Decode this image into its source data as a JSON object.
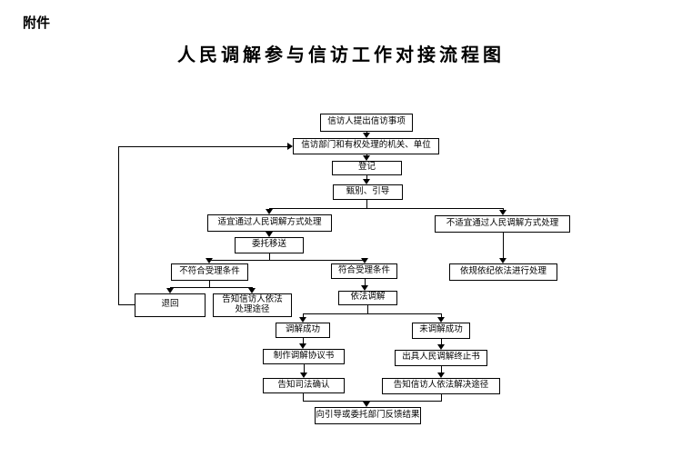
{
  "attachment_label": "附件",
  "title": "人民调解参与信访工作对接流程图",
  "nodes": {
    "petition_submit": {
      "label": "信访人提出信访事项"
    },
    "petition_org": {
      "label": "信访部门和有权处理的机关、单位"
    },
    "register": {
      "label": "登记"
    },
    "screen_guide": {
      "label": "甄别、引导"
    },
    "suitable": {
      "label": "适宜通过人民调解方式处理"
    },
    "entrust_transfer": {
      "label": "委托移送"
    },
    "not_meet": {
      "label": "不符合受理条件"
    },
    "meet": {
      "label": "符合受理条件"
    },
    "return_back": {
      "label": "退回"
    },
    "inform_legal_handle": {
      "label": "告知信访人依法\n处理途径"
    },
    "mediate_by_law": {
      "label": "依法调解"
    },
    "unsuitable": {
      "label": "不适宜通过人民调解方式处理"
    },
    "handle_by_rules": {
      "label": "依规依纪依法进行处理"
    },
    "mediation_success": {
      "label": "调解成功"
    },
    "make_agreement": {
      "label": "制作调解协议书"
    },
    "mediation_fail": {
      "label": "未调解成功"
    },
    "issue_termination": {
      "label": "出具人民调解终止书"
    },
    "inform_judicial_confirm": {
      "label": "告知司法确认"
    },
    "inform_legal_solution": {
      "label": "告知信访人依法解决途径"
    },
    "feedback_result": {
      "label": "向引导或委托部门反馈结果"
    }
  },
  "edges": [
    {
      "from": "petition_submit",
      "to": "petition_org"
    },
    {
      "from": "petition_org",
      "to": "register"
    },
    {
      "from": "register",
      "to": "screen_guide"
    },
    {
      "from": "screen_guide",
      "to": "suitable"
    },
    {
      "from": "screen_guide",
      "to": "unsuitable"
    },
    {
      "from": "suitable",
      "to": "entrust_transfer"
    },
    {
      "from": "entrust_transfer",
      "to": "not_meet"
    },
    {
      "from": "entrust_transfer",
      "to": "meet"
    },
    {
      "from": "not_meet",
      "to": "return_back"
    },
    {
      "from": "not_meet",
      "to": "inform_legal_handle"
    },
    {
      "from": "meet",
      "to": "mediate_by_law"
    },
    {
      "from": "mediate_by_law",
      "to": "mediation_success"
    },
    {
      "from": "mediate_by_law",
      "to": "mediation_fail"
    },
    {
      "from": "mediation_success",
      "to": "make_agreement"
    },
    {
      "from": "make_agreement",
      "to": "inform_judicial_confirm"
    },
    {
      "from": "mediation_fail",
      "to": "issue_termination"
    },
    {
      "from": "issue_termination",
      "to": "inform_legal_solution"
    },
    {
      "from": "inform_judicial_confirm",
      "to": "feedback_result"
    },
    {
      "from": "inform_legal_solution",
      "to": "feedback_result"
    },
    {
      "from": "unsuitable",
      "to": "handle_by_rules"
    },
    {
      "from": "return_back",
      "to": "petition_org"
    }
  ],
  "colors": {
    "page_bg": "#ffffff",
    "box_bg": "#ffffff",
    "box_border": "#000000",
    "line": "#000000",
    "text": "#000000"
  }
}
